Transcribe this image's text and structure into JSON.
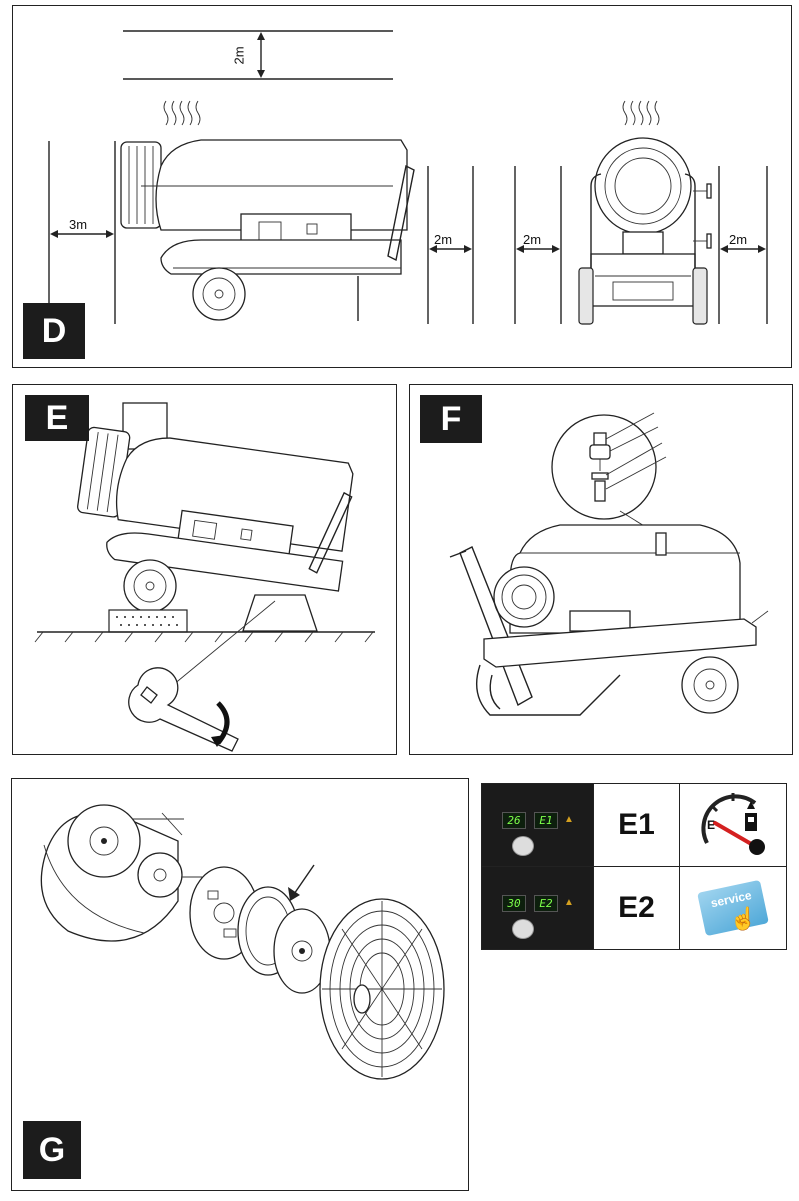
{
  "panels": {
    "d": {
      "label": "D",
      "dim_top": "2m",
      "dim_left": "3m",
      "dim_right_side": "2m",
      "dim_front_left": "2m",
      "dim_front_right": "2m"
    },
    "e": {
      "label": "E"
    },
    "f": {
      "label": "F"
    },
    "g": {
      "label": "G"
    }
  },
  "error_table": {
    "rows": [
      {
        "code": "E1",
        "lcd_left": "26",
        "lcd_right": "E1",
        "icon": "fuel-gauge-empty-icon"
      },
      {
        "code": "E2",
        "lcd_left": "30",
        "lcd_right": "E2",
        "icon": "service-button-icon"
      }
    ],
    "fuel_gauge_letter": "E",
    "service_label": "service"
  },
  "colors": {
    "badge": "#1c1c1c",
    "lcd_text": "#7dff4a",
    "gauge_needle": "#d42020",
    "service_card": "#4fa8d8"
  }
}
